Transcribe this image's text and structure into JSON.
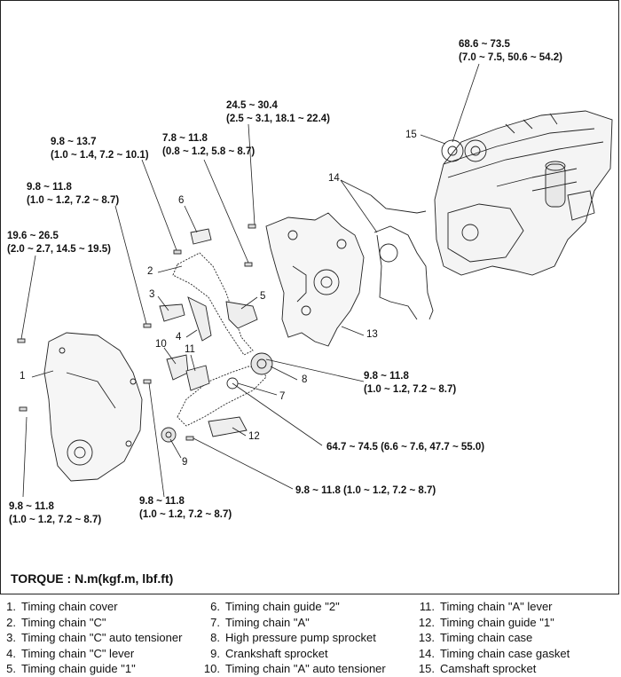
{
  "torque_labels": {
    "t_68_6": [
      "68.6 ~ 73.5",
      "(7.0 ~ 7.5, 50.6 ~ 54.2)"
    ],
    "t_24_5": [
      "24.5 ~ 30.4",
      "(2.5 ~ 3.1, 18.1 ~ 22.4)"
    ],
    "t_9_8_13_7": [
      "9.8 ~ 13.7",
      "(1.0 ~ 1.4, 7.2 ~ 10.1)"
    ],
    "t_7_8": [
      "7.8 ~ 11.8",
      "(0.8 ~ 1.2, 5.8 ~ 8.7)"
    ],
    "t_9_8_a": [
      "9.8 ~ 11.8",
      "(1.0 ~ 1.2, 7.2 ~ 8.7)"
    ],
    "t_19_6": [
      "19.6 ~ 26.5",
      "(2.0 ~ 2.7, 14.5 ~ 19.5)"
    ],
    "t_9_8_b": [
      "9.8 ~ 11.8",
      "(1.0 ~ 1.2, 7.2 ~ 8.7)"
    ],
    "t_64_7": [
      "64.7 ~ 74.5 (6.6 ~ 7.6, 47.7 ~ 55.0)"
    ],
    "t_9_8_c": [
      "9.8 ~ 11.8 (1.0 ~ 1.2, 7.2 ~ 8.7)"
    ],
    "t_9_8_d": [
      "9.8 ~ 11.8",
      "(1.0 ~ 1.2, 7.2 ~ 8.7)"
    ],
    "t_9_8_e": [
      "9.8 ~ 11.8",
      "(1.0 ~ 1.2, 7.2 ~ 8.7)"
    ]
  },
  "callouts": [
    "1",
    "2",
    "3",
    "4",
    "5",
    "6",
    "7",
    "8",
    "9",
    "10",
    "11",
    "12",
    "13",
    "14",
    "15"
  ],
  "torque_title": "TORQUE : N.m(kgf.m, lbf.ft)",
  "legend": [
    {
      "num": "1.",
      "label": "Timing chain cover"
    },
    {
      "num": "2.",
      "label": "Timing chain \"C\""
    },
    {
      "num": "3.",
      "label": "Timing chain \"C\" auto tensioner"
    },
    {
      "num": "4.",
      "label": "Timing chain \"C\" lever"
    },
    {
      "num": "5.",
      "label": "Timing chain guide \"1\""
    },
    {
      "num": "6.",
      "label": "Timing chain guide \"2\""
    },
    {
      "num": "7.",
      "label": "Timing chain \"A\""
    },
    {
      "num": "8.",
      "label": "High pressure pump sprocket"
    },
    {
      "num": "9.",
      "label": "Crankshaft sprocket"
    },
    {
      "num": "10.",
      "label": "Timing chain \"A\" auto tensioner"
    },
    {
      "num": "11.",
      "label": "Timing chain \"A\" lever"
    },
    {
      "num": "12.",
      "label": "Timing chain guide \"1\""
    },
    {
      "num": "13.",
      "label": "Timing chain case"
    },
    {
      "num": "14.",
      "label": "Timing chain case gasket"
    },
    {
      "num": "15.",
      "label": "Camshaft sprocket"
    }
  ]
}
